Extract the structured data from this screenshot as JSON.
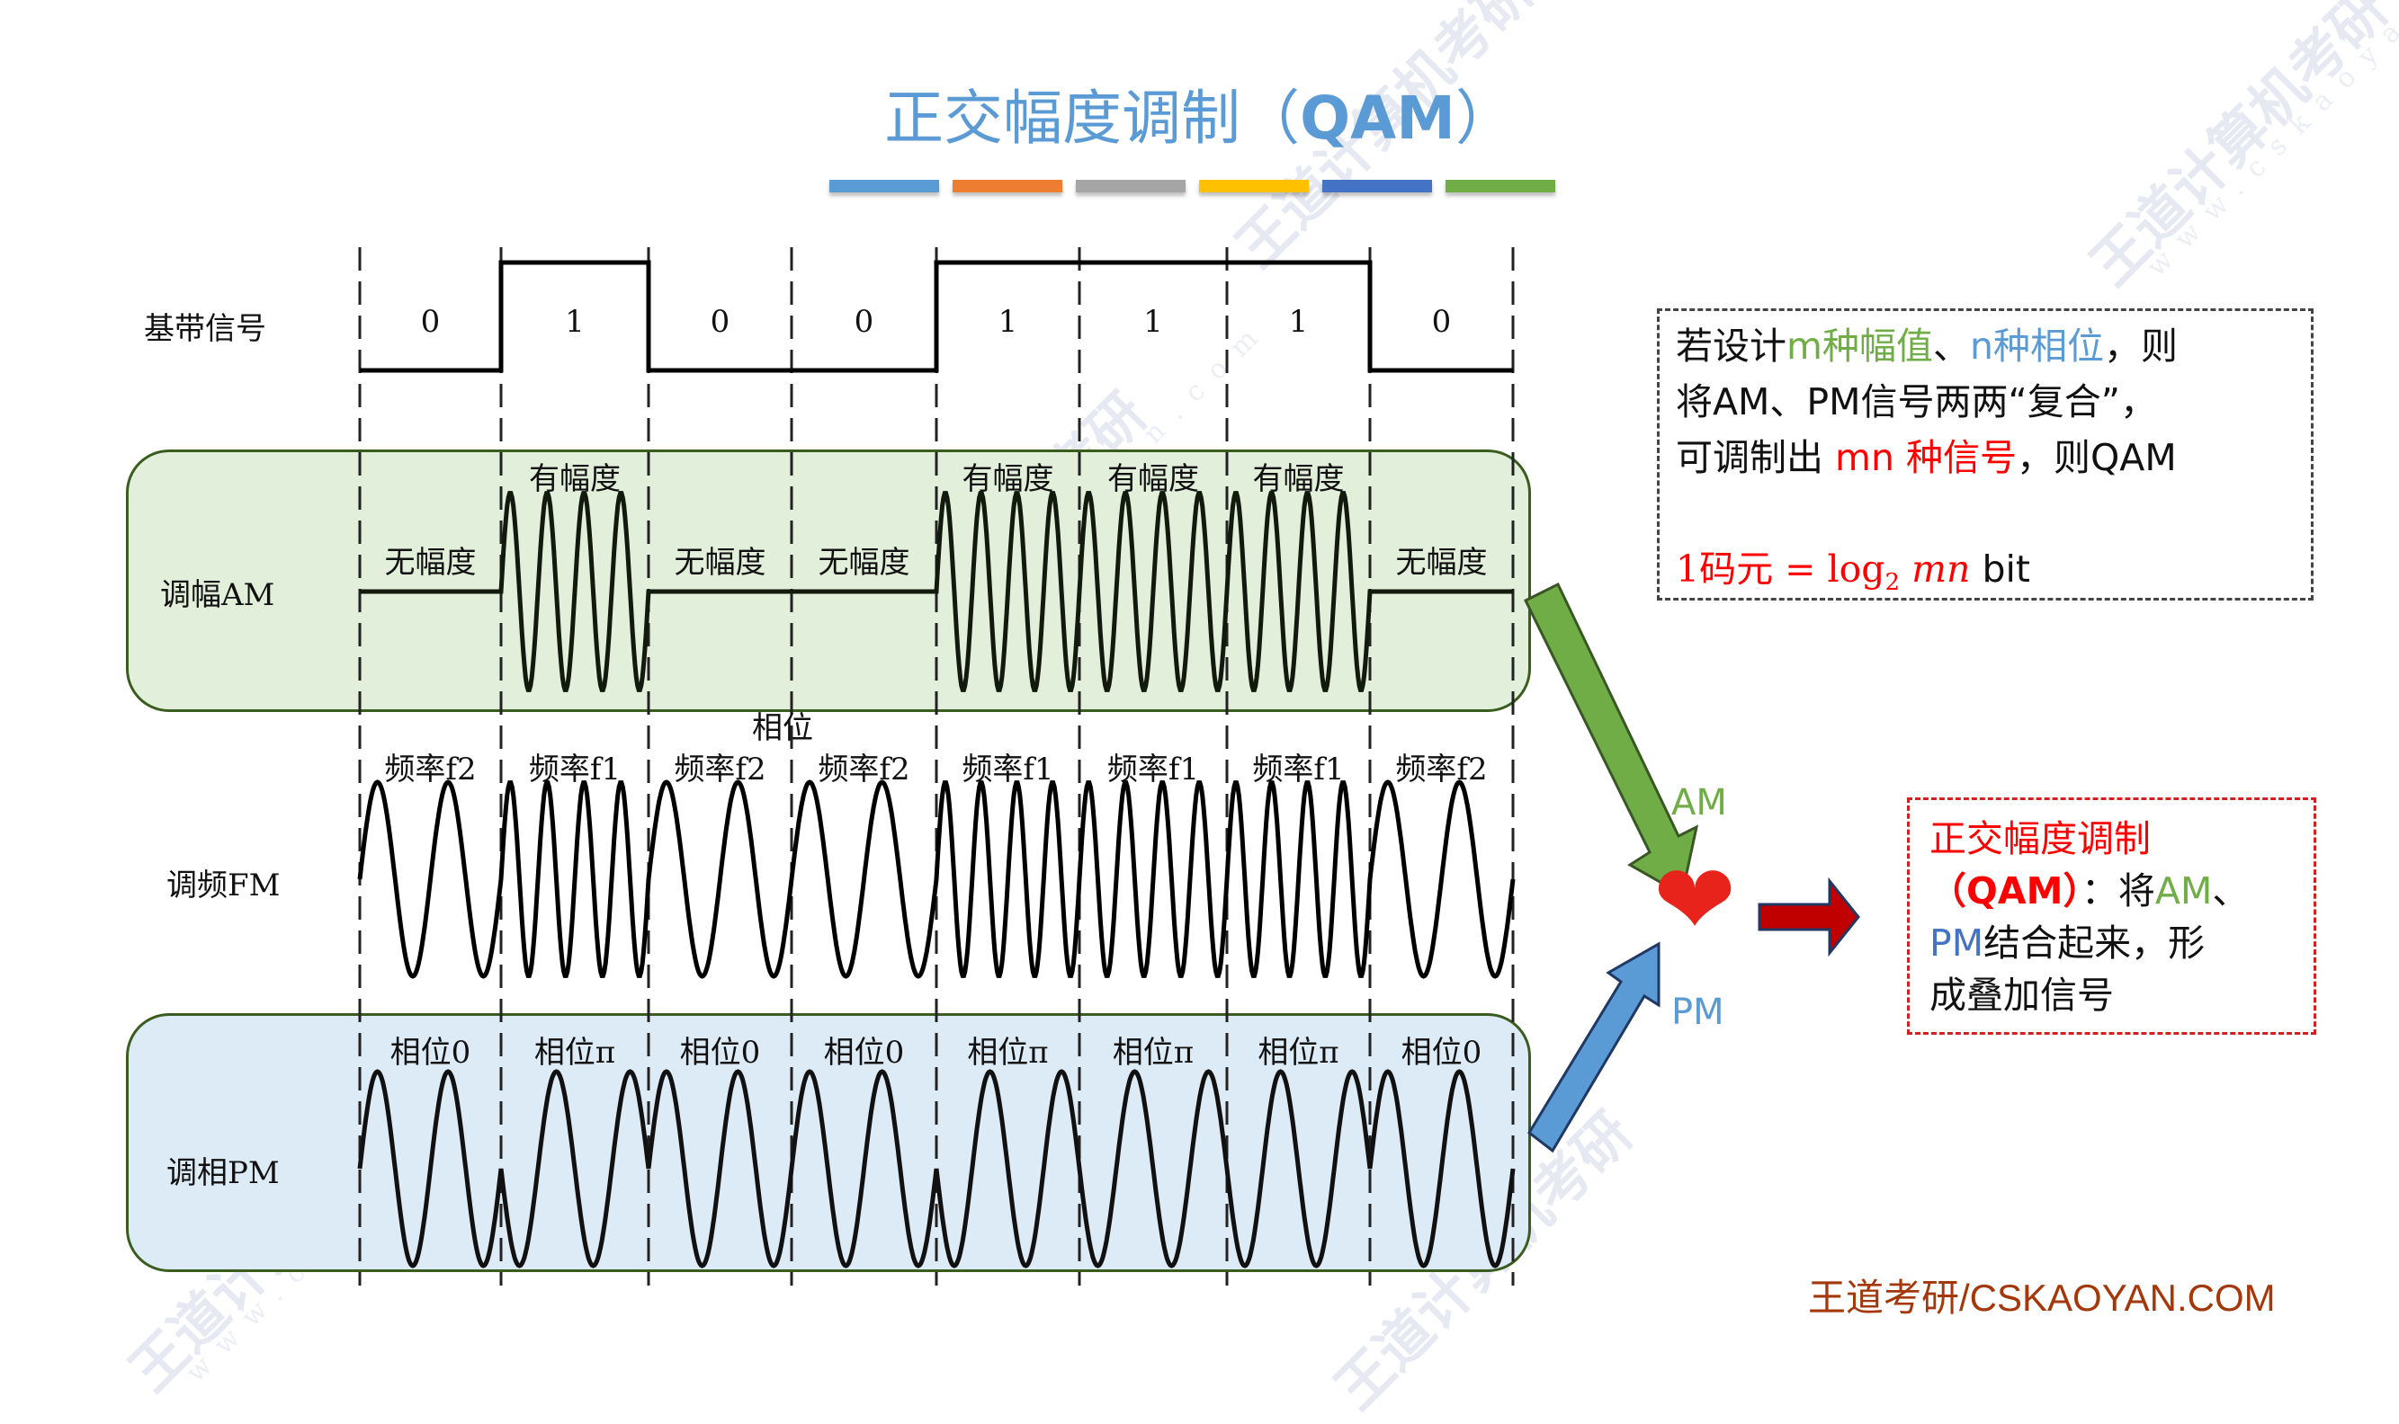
{
  "title": {
    "main": "正交幅度调制（",
    "abbr": "QAM",
    "close": "）"
  },
  "title_bar_colors": [
    "#5b9bd5",
    "#ed7d31",
    "#a5a5a5",
    "#ffc000",
    "#4472c4",
    "#70ad47"
  ],
  "rows": {
    "baseband": "基带信号",
    "am": "调幅AM",
    "fm": "调频FM",
    "pm": "调相PM"
  },
  "bits": [
    "0",
    "1",
    "0",
    "0",
    "1",
    "1",
    "1",
    "0"
  ],
  "am_labels": [
    "无幅度",
    "有幅度",
    "无幅度",
    "无幅度",
    "有幅度",
    "有幅度",
    "有幅度",
    "无幅度"
  ],
  "fm_labels": [
    "频率f2",
    "频率f1",
    "频率f2",
    "频率f2",
    "频率f1",
    "频率f1",
    "频率f1",
    "频率f2"
  ],
  "fm_extra_label": "相位",
  "pm_labels": [
    "相位0",
    "相位π",
    "相位0",
    "相位0",
    "相位π",
    "相位π",
    "相位π",
    "相位0"
  ],
  "signal_params": {
    "am_cycles_when_one": 4,
    "fm_cycles_f1": 4,
    "fm_cycles_f2": 2,
    "pm_cycles": 2
  },
  "note1": {
    "l1_a": "若设计",
    "l1_m": "m种幅值",
    "l1_sep": "、",
    "l1_n": "n种相位",
    "l1_b": "，则",
    "l2": "将AM、PM信号两两“复合”，",
    "l3_a": "可调制出 ",
    "l3_mn": "mn 种信号",
    "l3_b": "，则QAM",
    "formula_a": "1码元 = log",
    "formula_sub": "2",
    "formula_var": " mn",
    "formula_unit": " bit"
  },
  "combine": {
    "am_tag": "AM",
    "pm_tag": "PM",
    "heart_icon": "❤"
  },
  "note2": {
    "title": "正交幅度调制",
    "qam": "（QAM）",
    "colon": "：将",
    "am": "AM",
    "sep": "、",
    "pm": "PM",
    "rest1": "结合起来，形",
    "rest2": "成叠加信号"
  },
  "colors": {
    "title": "#5b9bd5",
    "am_arrow": "#70ad47",
    "pm_arrow": "#5b9bd5",
    "out_arrow": "#c00000",
    "am_box": "#e2efda",
    "pm_box": "#ddebf7",
    "footer": "#a5380a"
  },
  "footer": "王道考研/CSKAOYAN.COM",
  "watermark": {
    "brand": "王道计算机考研",
    "site": "www.cskaoyan.com"
  }
}
